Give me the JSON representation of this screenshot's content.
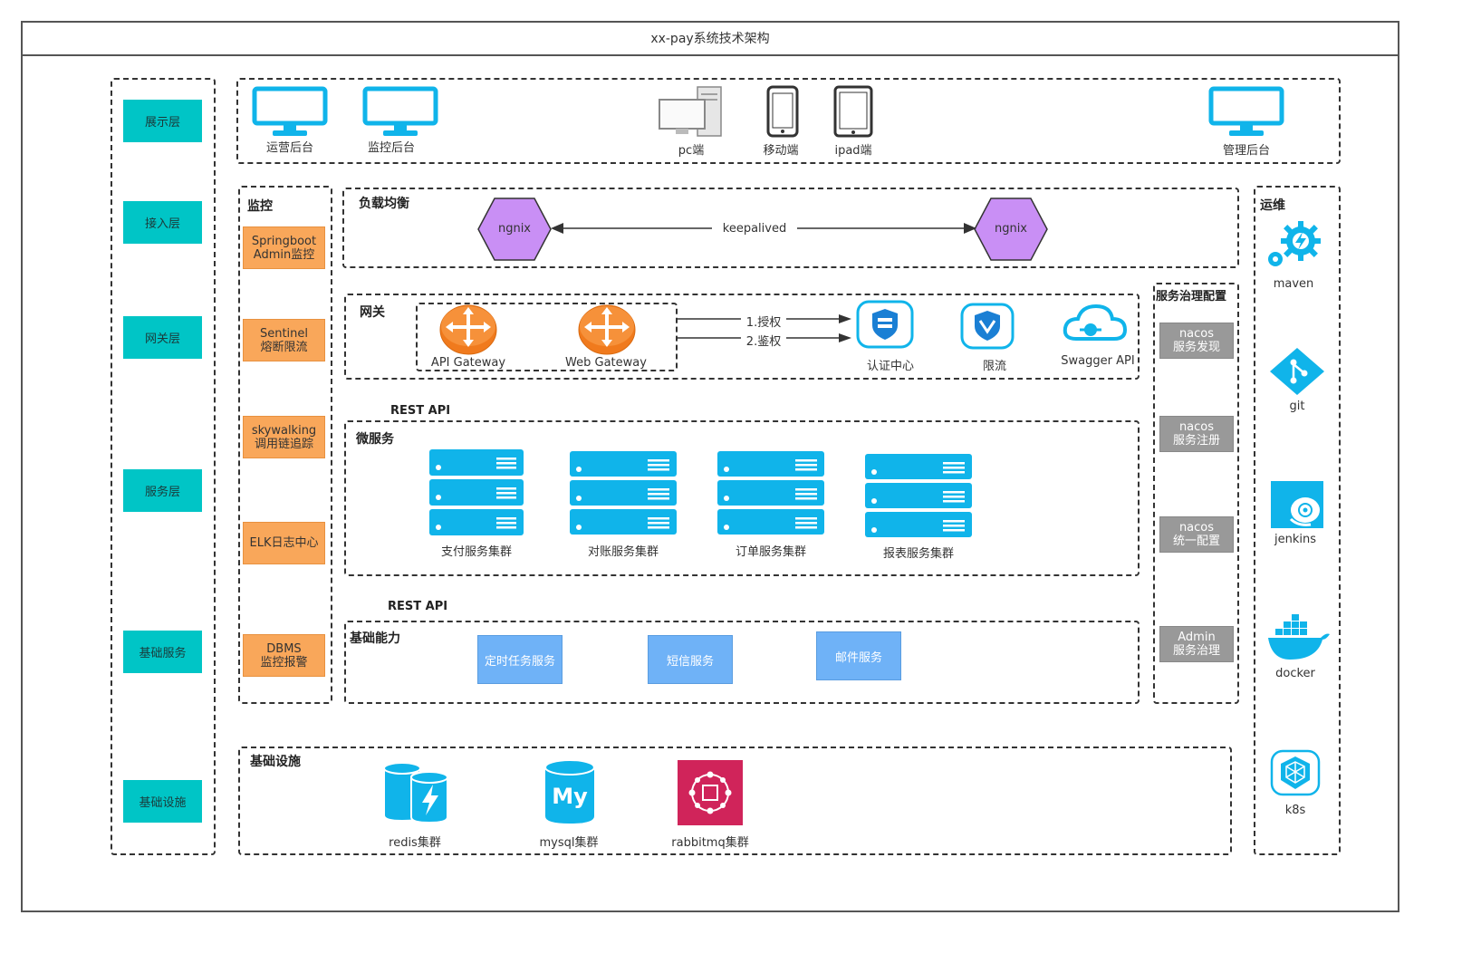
{
  "title": "xx-pay系统技术架构",
  "layers": [
    "展示层",
    "接入层",
    "网关层",
    "服务层",
    "基础服务",
    "基础设施"
  ],
  "presentation": {
    "left": [
      "运营后台",
      "监控后台"
    ],
    "center": [
      "pc端",
      "移动端",
      "ipad端"
    ],
    "right": "管理后台"
  },
  "monitor": {
    "title": "监控",
    "items": [
      "Springboot\nAdmin监控",
      "Sentinel\n熔断限流",
      "skywalking\n调用链追踪",
      "ELK日志中心",
      "DBMS\n监控报警"
    ]
  },
  "load_balance": {
    "title": "负载均衡",
    "left_node": "ngnix",
    "right_node": "ngnix",
    "link": "keepalived"
  },
  "gateway": {
    "title": "网关",
    "items": [
      "API Gateway",
      "Web Gateway"
    ],
    "arrows": [
      "1.授权",
      "2.鉴权"
    ],
    "targets": [
      "认证中心",
      "限流",
      "Swagger API"
    ]
  },
  "rest_api_1": "REST API",
  "rest_api_2": "REST API",
  "microservices": {
    "title": "微服务",
    "clusters": [
      "支付服务集群",
      "对账服务集群",
      "订单服务集群",
      "报表服务集群"
    ]
  },
  "base_capability": {
    "title": "基础能力",
    "items": [
      "定时任务服务",
      "短信服务",
      "邮件服务"
    ]
  },
  "governance": {
    "title": "服务治理配置",
    "items": [
      "nacos\n服务发现",
      "nacos\n服务注册",
      "nacos\n统一配置",
      "Admin\n服务治理"
    ]
  },
  "ops": {
    "title": "运维",
    "items": [
      "maven",
      "git",
      "jenkins",
      "docker",
      "k8s"
    ]
  },
  "infra": {
    "title": "基础设施",
    "items": [
      "redis集群",
      "mysql集群",
      "rabbitmq集群"
    ]
  },
  "colors": {
    "layer": "#00c5c6",
    "orange": "#f9a75a",
    "grey": "#999999",
    "blue_box": "#6fb2f7",
    "cyan_icon": "#10b4ea",
    "purple_hex": "#c98ff5",
    "rabbit": "#d0245a"
  },
  "icons": [
    "monitor-icon",
    "pc-icon",
    "phone-icon",
    "tablet-icon",
    "router-icon",
    "shield-icon",
    "cloud-icon",
    "server-icon",
    "database-icon",
    "gear-icon",
    "git-icon",
    "jenkins-icon",
    "docker-icon",
    "k8s-icon"
  ]
}
